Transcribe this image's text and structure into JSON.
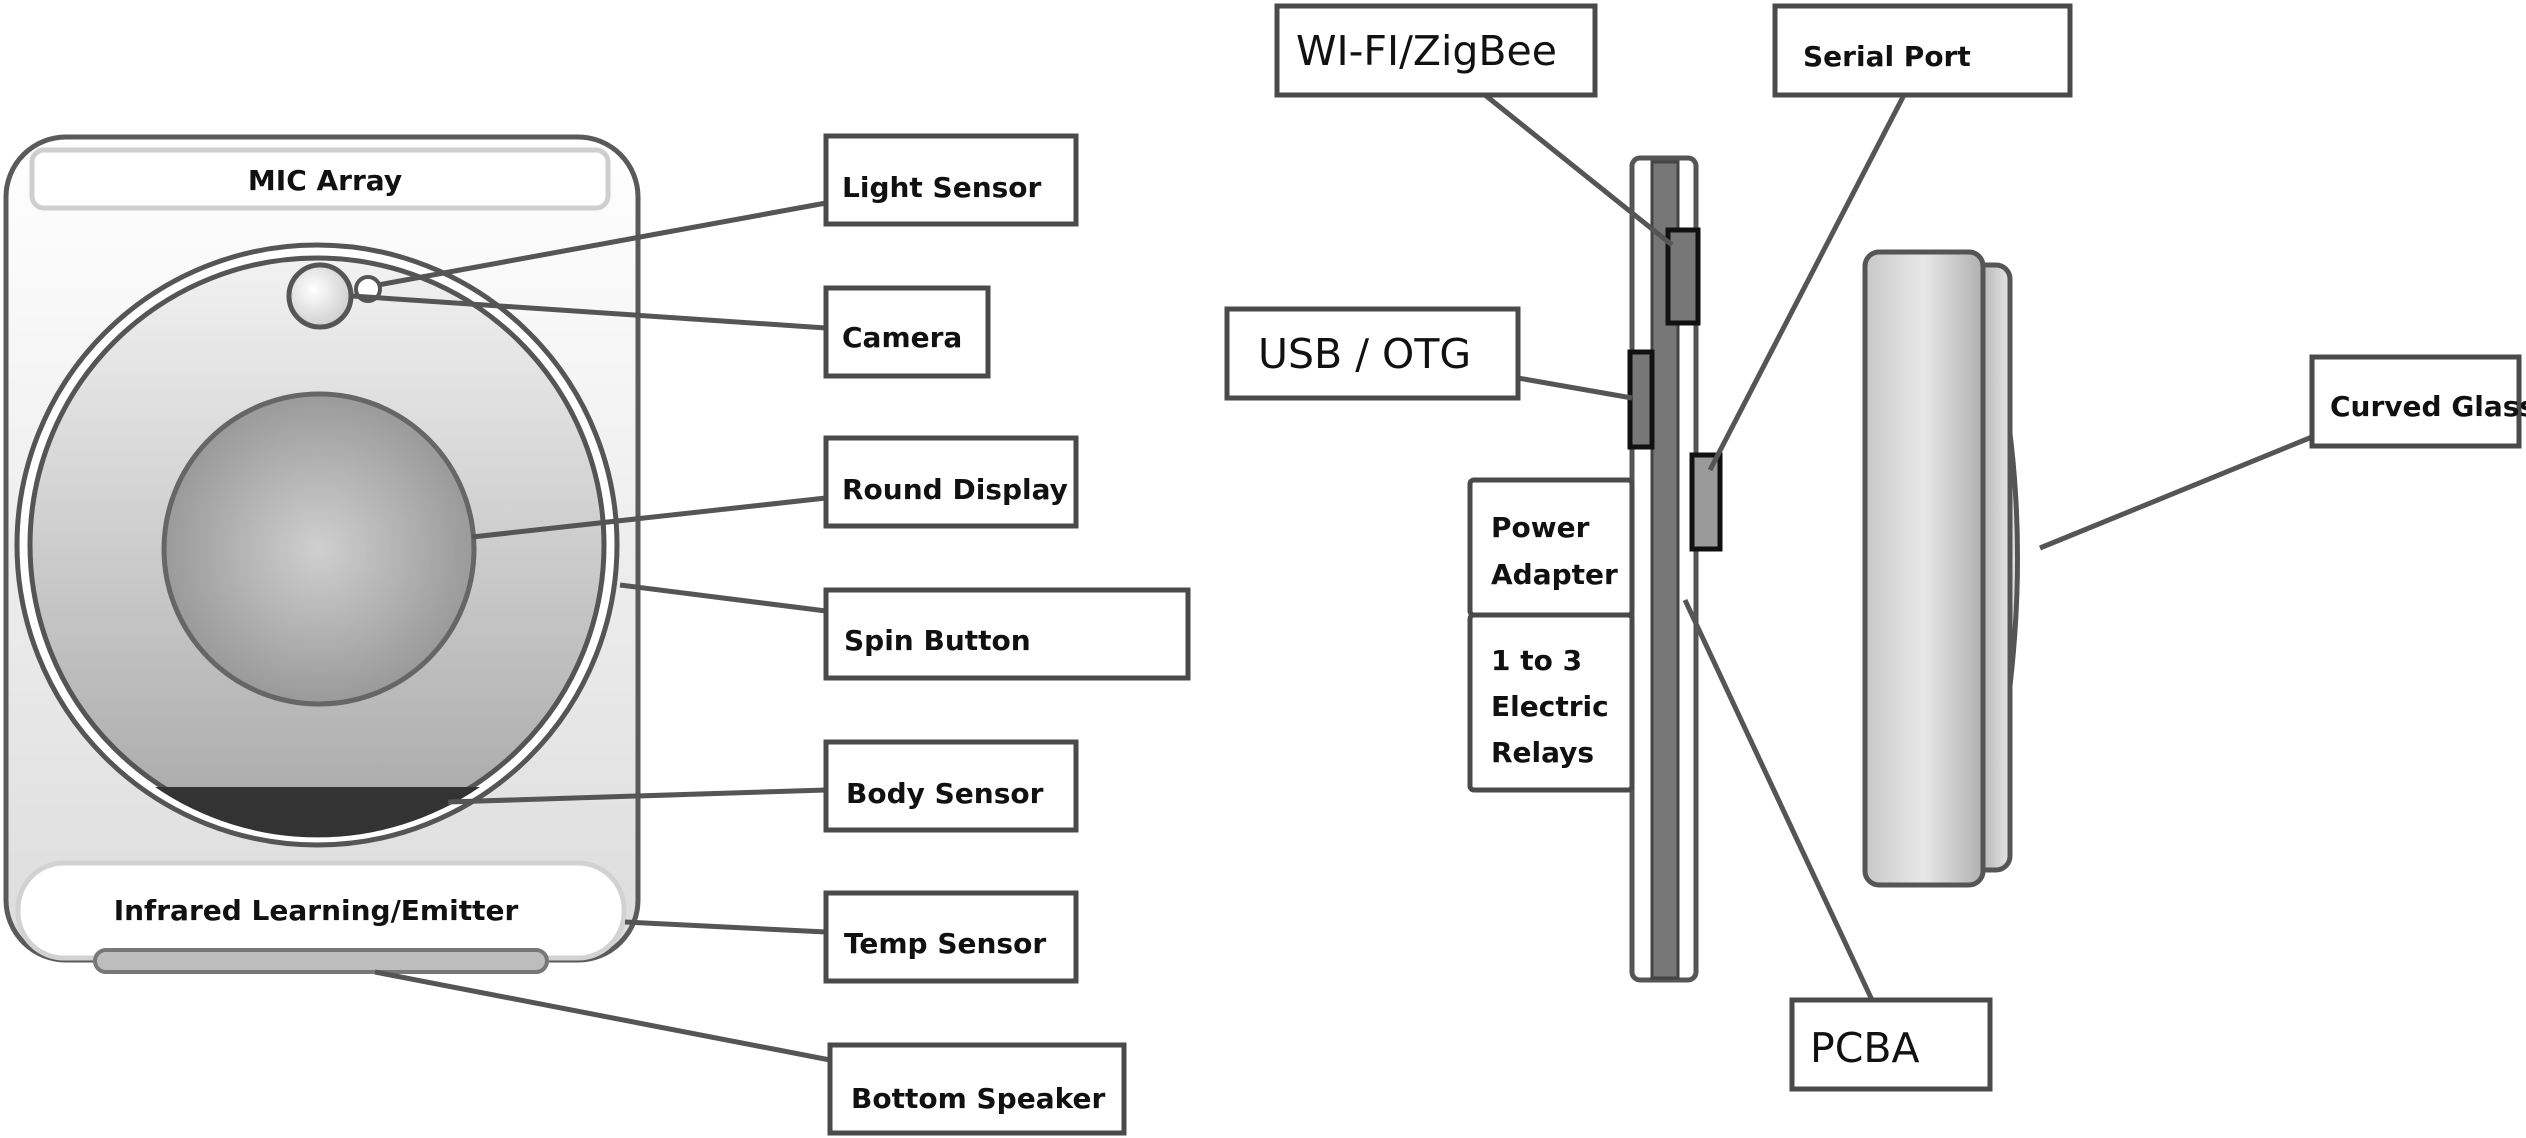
{
  "front_view": {
    "mic_array": "MIC Array",
    "infrared": "Infrared Learning/Emitter"
  },
  "front_callouts": {
    "light_sensor": "Light Sensor",
    "camera": "Camera",
    "round_display": "Round Display",
    "spin_button": "Spin Button",
    "body_sensor": "Body Sensor",
    "temp_sensor": "Temp Sensor",
    "bottom_speaker": "Bottom Speaker"
  },
  "side_view": {
    "wifi_zigbee": "WI-FI/ZigBee",
    "serial_port": "Serial Port",
    "usb_otg": "USB / OTG",
    "power_adapter_line1": "Power",
    "power_adapter_line2": "Adapter",
    "relays_line1": "1 to 3",
    "relays_line2": "Electric",
    "relays_line3": "Relays",
    "curved_glass": "Curved Glass",
    "pcba": "PCBA"
  },
  "colors": {
    "outline": "#4a4a4a",
    "leader_line": "#555555",
    "body_sensor_fill": "#333333",
    "pcb_fill": "#777777"
  }
}
